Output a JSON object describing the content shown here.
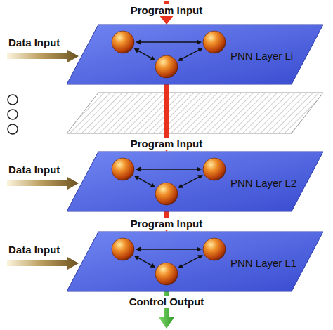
{
  "diagram": {
    "nodes": [
      {
        "text": [
          "PNN Layer Li"
        ]
      },
      {
        "text": [
          "PNN Layer L2"
        ]
      },
      {
        "text": [
          "PNN Layer L1"
        ]
      }
    ],
    "edges": [
      {
        "from": 0,
        "to": 1,
        "arrow": "to",
        "label": "Program Input"
      },
      {
        "from": 1,
        "to": 2,
        "arrow": "to",
        "label": "Program Input"
      }
    ],
    "labels": [
      "Program Input",
      "Data Input",
      "Data Input",
      "Data Input",
      "Control Output"
    ]
  }
}
